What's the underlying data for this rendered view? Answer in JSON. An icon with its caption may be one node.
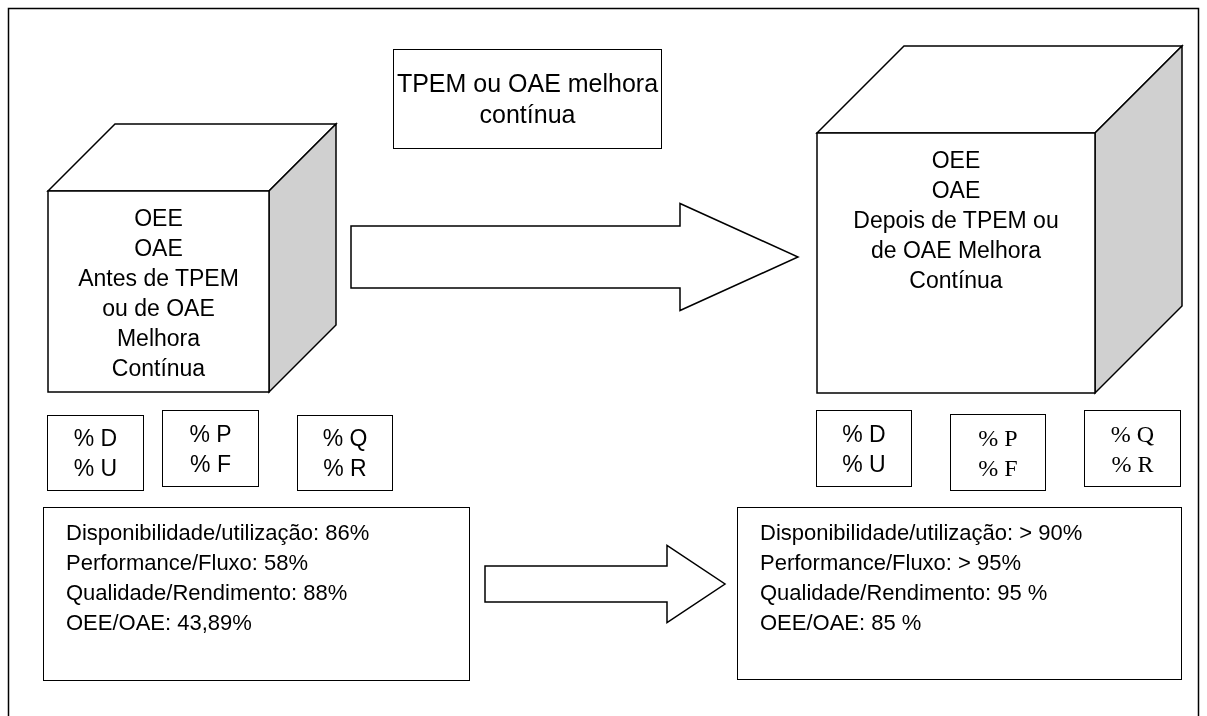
{
  "diagram": {
    "nodes": [
      {
        "text": [
          "TPEM ou OAE melhora contínua"
        ]
      },
      {
        "text": [
          "OEE",
          "OAE",
          "Antes de TPEM ou de OAE Melhora Contínua"
        ]
      },
      {
        "text": [
          "OEE",
          "OAE",
          "Depois de TPEM ou de OAE Melhora Contínua"
        ]
      },
      {
        "text": [
          "% D",
          "% U"
        ]
      },
      {
        "text": [
          "% P",
          "% F"
        ]
      },
      {
        "text": [
          "% Q",
          "% R"
        ]
      },
      {
        "text": [
          "% D",
          "% U"
        ]
      },
      {
        "text": [
          "% P",
          "% F"
        ]
      },
      {
        "text": [
          "% Q",
          "% R"
        ]
      },
      {
        "text": [
          "Disponibilidade/utilização: 86%",
          "Performance/Fluxo: 58%",
          "Qualidade/Rendimento: 88%",
          "OEE/OAE: 43,89%"
        ]
      },
      {
        "text": [
          "Disponibilidade/utilização: > 90%",
          "Performance/Fluxo: > 95%",
          "Qualidade/Rendimento: 95 %",
          "OEE/OAE: 85 %"
        ]
      }
    ],
    "edges": [
      {
        "from": 1,
        "to": 2,
        "arrow": "to"
      },
      {
        "from": 9,
        "to": 10,
        "arrow": "to"
      }
    ]
  }
}
